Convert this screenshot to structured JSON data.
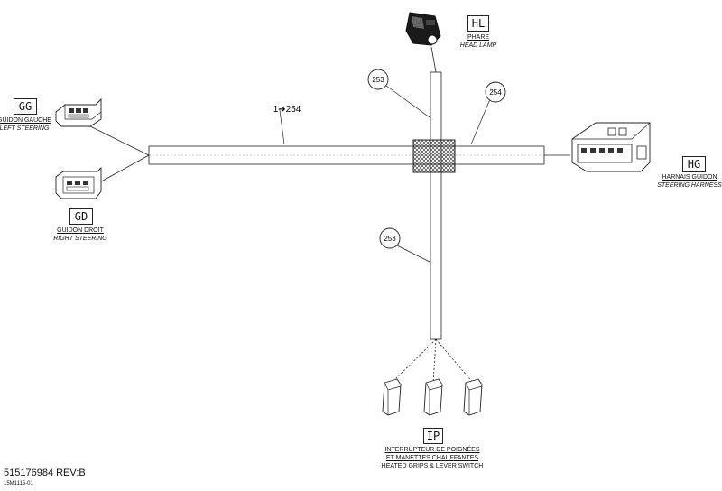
{
  "connectors": {
    "hl": {
      "code": "HL",
      "name_fr": "PHARE",
      "name_en": "HEAD LAMP"
    },
    "gg": {
      "code": "GG",
      "name_fr": "GUIDON GAUCHE",
      "name_en": "LEFT STEERING"
    },
    "gd": {
      "code": "GD",
      "name_fr": "GUIDON DROIT",
      "name_en": "RIGHT STEERING"
    },
    "hg": {
      "code": "HG",
      "name_fr": "HARNAIS GUIDON",
      "name_en": "STEERING HARNESS"
    },
    "ip": {
      "code": "IP",
      "name_fr_1": "INTERRUPTEUR DE POIGNÉES",
      "name_fr_2": "ET MANETTES CHAUFFANTES",
      "name_en": "HEATED GRIPS & LEVER SWITCH"
    }
  },
  "callouts": {
    "main_range": "1➔254",
    "upper_branch": "253",
    "right_branch": "254",
    "lower_branch": "253"
  },
  "footer": {
    "part_number": "515176984 REV:B",
    "drawing_code": "15M1115-01"
  }
}
